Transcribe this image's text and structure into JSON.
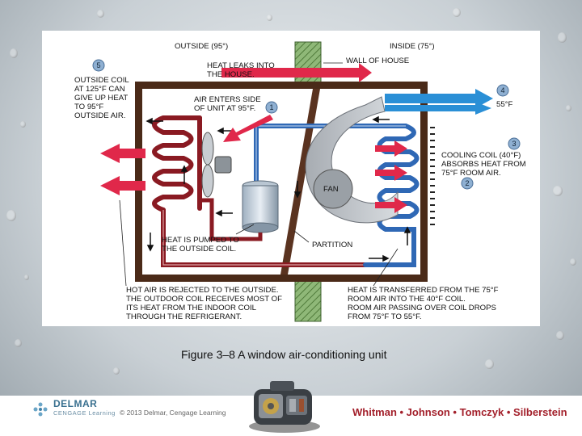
{
  "figure": {
    "caption_number": "Figure 3–8",
    "caption_text": "A window air-conditioning unit"
  },
  "labels": {
    "outside": "OUTSIDE (95°)",
    "inside": "INSIDE (75°)",
    "heat_leaks_1": "HEAT LEAKS INTO",
    "heat_leaks_2": "THE HOUSE.",
    "wall_of_house": "WALL OF HOUSE",
    "outside_coil_1": "OUTSIDE COIL",
    "outside_coil_2": "AT 125°F CAN",
    "outside_coil_3": "GIVE UP HEAT",
    "outside_coil_4": "TO 95°F",
    "outside_coil_5": "OUTSIDE AIR.",
    "air_enters_1": "AIR ENTERS SIDE",
    "air_enters_2": "OF UNIT AT 95°F.",
    "temp_55": "55°F",
    "cooling_coil_1": "COOLING COIL (40°F)",
    "cooling_coil_2": "ABSORBS HEAT FROM",
    "cooling_coil_3": "75°F ROOM AIR.",
    "fan": "FAN",
    "heat_pumped_1": "HEAT IS PUMPED TO",
    "heat_pumped_2": "THE OUTSIDE COIL.",
    "partition": "PARTITION",
    "hot_air_1": "HOT AIR IS REJECTED TO THE OUTSIDE.",
    "hot_air_2": "THE OUTDOOR COIL RECEIVES MOST OF",
    "hot_air_3": "ITS HEAT FROM THE INDOOR COIL",
    "hot_air_4": "THROUGH THE REFRIGERANT.",
    "transfer_1": "HEAT IS TRANSFERRED FROM THE 75°F",
    "transfer_2": "ROOM AIR INTO THE 40°F COIL.",
    "transfer_3": "ROOM AIR PASSING OVER COIL DROPS",
    "transfer_4": "FROM 75°F TO 55°F."
  },
  "callouts": [
    "1",
    "2",
    "3",
    "4",
    "5"
  ],
  "colors": {
    "hot": "#8a1a22",
    "hot_arrow": "#e0284a",
    "cold": "#2f68b5",
    "cold_arrow": "#2a8fd6",
    "wall": "#7faa6a"
  },
  "footer": {
    "publisher": "DELMAR",
    "publisher_sub": "CENGAGE Learning",
    "copyright": "© 2013 Delmar, Cengage Learning",
    "authors": "Whitman • Johnson • Tomczyk • Silberstein"
  }
}
